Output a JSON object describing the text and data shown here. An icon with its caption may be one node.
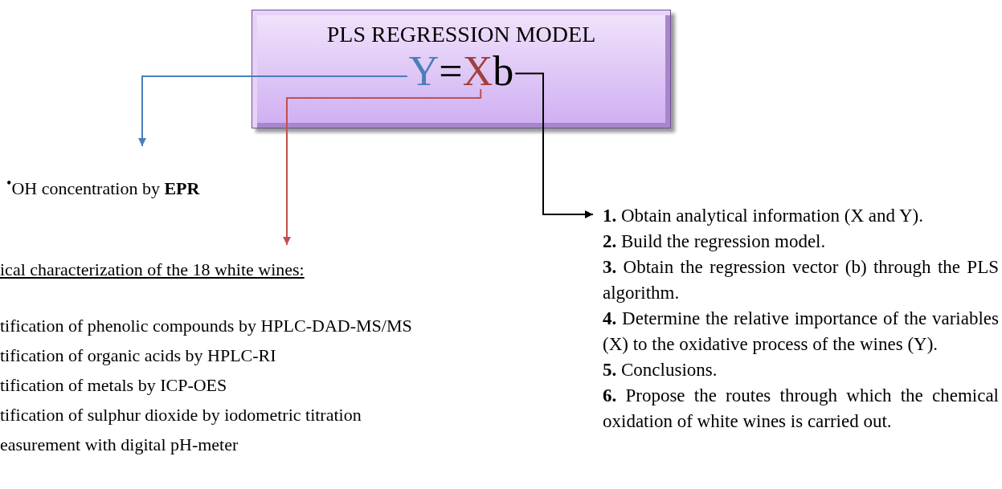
{
  "diagram": {
    "nodes": [
      {
        "text": [
          "PLS REGRESSION MODEL"
        ]
      },
      {
        "text": [
          "Y"
        ],
        "in": 0
      },
      {
        "text": [
          "X"
        ],
        "in": 0
      },
      {
        "text": [
          "b"
        ],
        "in": 0
      },
      {
        "text": [
          "$^{•}$OH concentration by **EPR**"
        ]
      },
      {
        "text": [
          "ical characterization of the 18 white wines:",
          "tification of phenolic compounds by HPLC-DAD-MS/MS",
          "tification of organic acids by HPLC-RI",
          "tification of metals by ICP-OES",
          "tification of sulphur dioxide by iodometric titration",
          "easurement with digital pH-meter"
        ]
      },
      {
        "text": [
          "**1.** Obtain analytical information (X and Y).",
          "**2.** Build the regression model.",
          "**3.** Obtain the regression vector (b) through the PLS algorithm.",
          "**4.** Determine the relative importance of the variables (X) to the oxidative process of the wines (Y).",
          "**5.** Conclusions.",
          "**6.** Propose the routes through which the chemical oxidation of white wines is carried out."
        ]
      }
    ],
    "edges": [
      {
        "from": 1,
        "to": 4,
        "arrow": "to",
        "color": "#4a7ebb"
      },
      {
        "from": 2,
        "to": 5,
        "arrow": "to",
        "color": "#c0504d"
      },
      {
        "from": 3,
        "to": 6,
        "arrow": "to",
        "color": "#000000"
      }
    ],
    "labels": [
      "="
    ]
  }
}
